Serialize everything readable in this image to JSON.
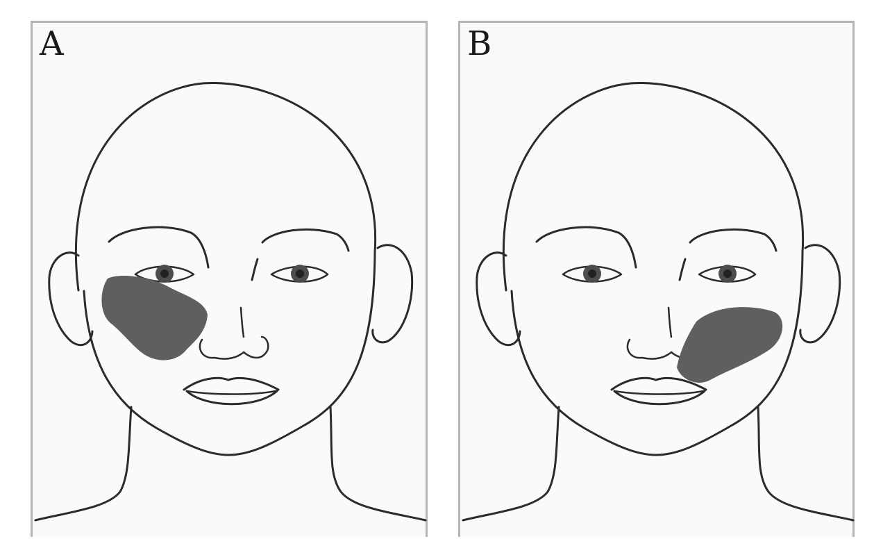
{
  "panels": [
    {
      "label": "A",
      "mark_region": "right-cheek-under-eye",
      "mark_color": "#5f5f5f"
    },
    {
      "label": "B",
      "mark_region": "left-cheek-beside-nose",
      "mark_color": "#5f5f5f"
    }
  ],
  "colors": {
    "panel_border": "#b5b5b5",
    "panel_background": "#fafafa",
    "line": "#2b2b2b"
  }
}
